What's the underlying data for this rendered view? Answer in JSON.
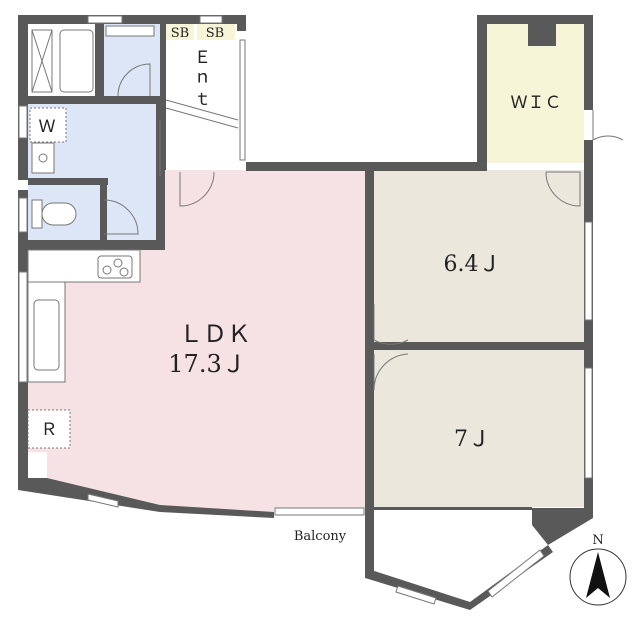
{
  "rooms": {
    "ldk": {
      "name": "ＬＤＫ",
      "size": "17.3Ｊ",
      "color": "#f6e1e5"
    },
    "room_a": {
      "name": "6.4Ｊ",
      "color": "#ebe7dd"
    },
    "room_b": {
      "name": "7Ｊ",
      "color": "#ebe7dd"
    },
    "wic": {
      "name": "ＷＩＣ",
      "color": "#f7f5d8"
    },
    "entrance": {
      "name": "Ｅｎｔ"
    },
    "shoe_box_1": {
      "name": "SB"
    },
    "shoe_box_2": {
      "name": "SB"
    },
    "washer": {
      "name": "Ｗ"
    },
    "refrigerator": {
      "name": "Ｒ"
    },
    "balcony": {
      "name": "Balcony"
    }
  },
  "colors": {
    "wet_area": "#dde6f6",
    "shoe_box": "#f7f5d8",
    "wall": "#595959"
  },
  "compass": {
    "label": "N"
  }
}
